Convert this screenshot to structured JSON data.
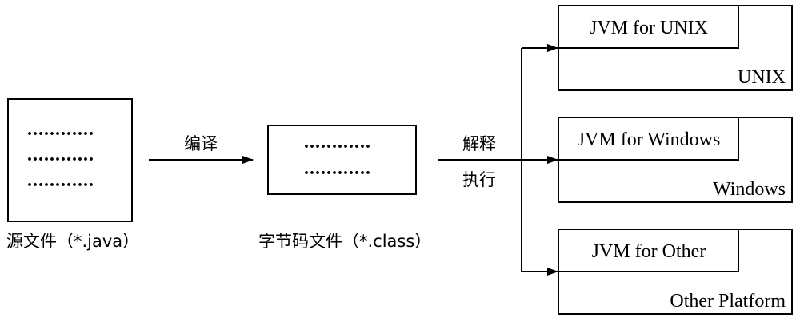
{
  "source": {
    "dots": [
      "............",
      "............",
      "............"
    ],
    "caption": "源文件（*.java）"
  },
  "compile_label": "编译",
  "bytecode": {
    "dots": [
      "............",
      "............"
    ],
    "caption": "字节码文件（*.class）"
  },
  "interpret_label": [
    "解释",
    "执行"
  ],
  "platforms": [
    {
      "jvm": "JVM for UNIX",
      "os": "UNIX"
    },
    {
      "jvm": "JVM for Windows",
      "os": "Windows"
    },
    {
      "jvm": "JVM for Other",
      "os": "Other Platform"
    }
  ]
}
